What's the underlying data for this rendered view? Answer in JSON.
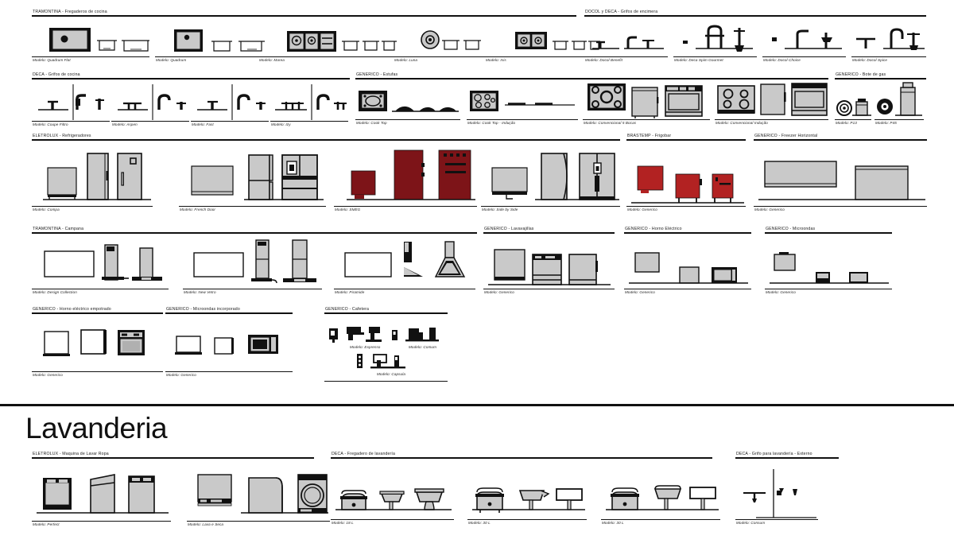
{
  "palette": {
    "line": "#111111",
    "fill_gray": "#c9c9c9",
    "fill_gray_dark": "#b0b0b0",
    "fill_red": "#7d1418",
    "fill_red_bright": "#b22222",
    "white": "#ffffff"
  },
  "sections": [
    {
      "id": "cocina",
      "title": "",
      "groups": [
        {
          "id": "tramontina-fregaderos",
          "title": "TRAMONTINA - Fregaderos de cocina",
          "items": [
            {
              "label": "Modelo: Quadrum Flat"
            },
            {
              "label": "Modelo: Quadrum"
            },
            {
              "label": "Modelo: Marea"
            },
            {
              "label": "Modelo: Luna"
            },
            {
              "label": "Modelo: Isis"
            }
          ]
        },
        {
          "id": "docol-deca-grifos-encimera",
          "title": "DOCOL y DECA - Grifos de encimera",
          "items": [
            {
              "label": "Modelo: Docol Benefit"
            },
            {
              "label": "Modelo: Deca Spim Gourmet"
            },
            {
              "label": "Modelo: Docol Choice"
            },
            {
              "label": "Modelo: Docol Spice"
            }
          ]
        },
        {
          "id": "deca-grifos-cocina",
          "title": "DECA - Grifos de cocina",
          "items": [
            {
              "label": "Modelo: Coupe Filtro"
            },
            {
              "label": "Modelo: Aspen"
            },
            {
              "label": "Modelo: Fast"
            },
            {
              "label": "Modelo: Izy"
            }
          ]
        },
        {
          "id": "generico-estufas",
          "title": "GENERICO - Estufas",
          "items": [
            {
              "label": "Modelo: Cook Top"
            },
            {
              "label": "Modelo: Cook Top - Indução"
            },
            {
              "label": "Modelo: Convencional 5 Bocas"
            },
            {
              "label": "Modelo: Convencional Indução"
            }
          ]
        },
        {
          "id": "generico-bote-gas",
          "title": "GENERICO - Bote de gas",
          "items": [
            {
              "label": "Modelo: P13"
            },
            {
              "label": "Modelo: P45"
            }
          ]
        },
        {
          "id": "eletrolux-refrigeradores",
          "title": "ELETROLUX - Refrigeradores",
          "items": [
            {
              "label": "Modelo: Compa"
            },
            {
              "label": "Modelo: French Door"
            },
            {
              "label": "Modelo: SMEG"
            },
            {
              "label": "Modelo:  Side by Side"
            }
          ]
        },
        {
          "id": "brastemp-frigobar",
          "title": "BRASTEMP - Frigobar",
          "items": [
            {
              "label": "Modelo: Generico"
            }
          ]
        },
        {
          "id": "generico-freezer-horizontal",
          "title": "GENERICO - Freezer Horizontal",
          "items": [
            {
              "label": "Modelo: Generico"
            }
          ]
        },
        {
          "id": "tramontina-campana",
          "title": "TRAMONTINA - Campana",
          "items": [
            {
              "label": "Modelo: Design Collection"
            },
            {
              "label": "Modelo: New Vetro"
            },
            {
              "label": "Modelo: Piramide"
            }
          ]
        },
        {
          "id": "generico-lavavajillas",
          "title": "GENERICO - Lavavajillas",
          "items": [
            {
              "label": "Modelo: Generico"
            }
          ]
        },
        {
          "id": "generico-horno-electrico",
          "title": "GENERICO - Horno Eléctrico",
          "items": [
            {
              "label": "Modelo: Generico"
            }
          ]
        },
        {
          "id": "generico-microondas",
          "title": "GENERICO - Microondas",
          "items": [
            {
              "label": "Modelo: Generico"
            }
          ]
        },
        {
          "id": "generico-horno-empotrado",
          "title": "GENERICO - Horno eléctrico empotrado",
          "items": [
            {
              "label": "Modelo: Generico"
            }
          ]
        },
        {
          "id": "generico-microondas-incorporado",
          "title": "GENERICO - Microondas incorporado",
          "items": [
            {
              "label": "Modelo: Generico"
            }
          ]
        },
        {
          "id": "generico-cafetera",
          "title": "GENERICO - Cafetera",
          "items": [
            {
              "label": "Modelo: Expresso"
            },
            {
              "label": "Modelo:  Comum"
            },
            {
              "label": "Modelo: Capsula"
            }
          ]
        }
      ]
    },
    {
      "id": "lavanderia",
      "title": "Lavanderia",
      "groups": [
        {
          "id": "eletrolux-maquina-lavar",
          "title": "ELETROLUX - Maquina de Lavar Ropa",
          "items": [
            {
              "label": "Modelo: Perfect"
            },
            {
              "label": "Modelo: Lava e Seca"
            }
          ]
        },
        {
          "id": "deca-fregadero-lavanderia",
          "title": "DECA - Fregadero de lavandería",
          "items": [
            {
              "label": "Modelo: 18 L"
            },
            {
              "label": "Modelo: 30 L"
            },
            {
              "label": "Modelo: 30 L"
            }
          ]
        },
        {
          "id": "deca-grifo-lavanderia",
          "title": "DECA - Grifo para lavandería - Externo",
          "items": [
            {
              "label": "Modelo: Consum"
            }
          ]
        }
      ]
    }
  ]
}
